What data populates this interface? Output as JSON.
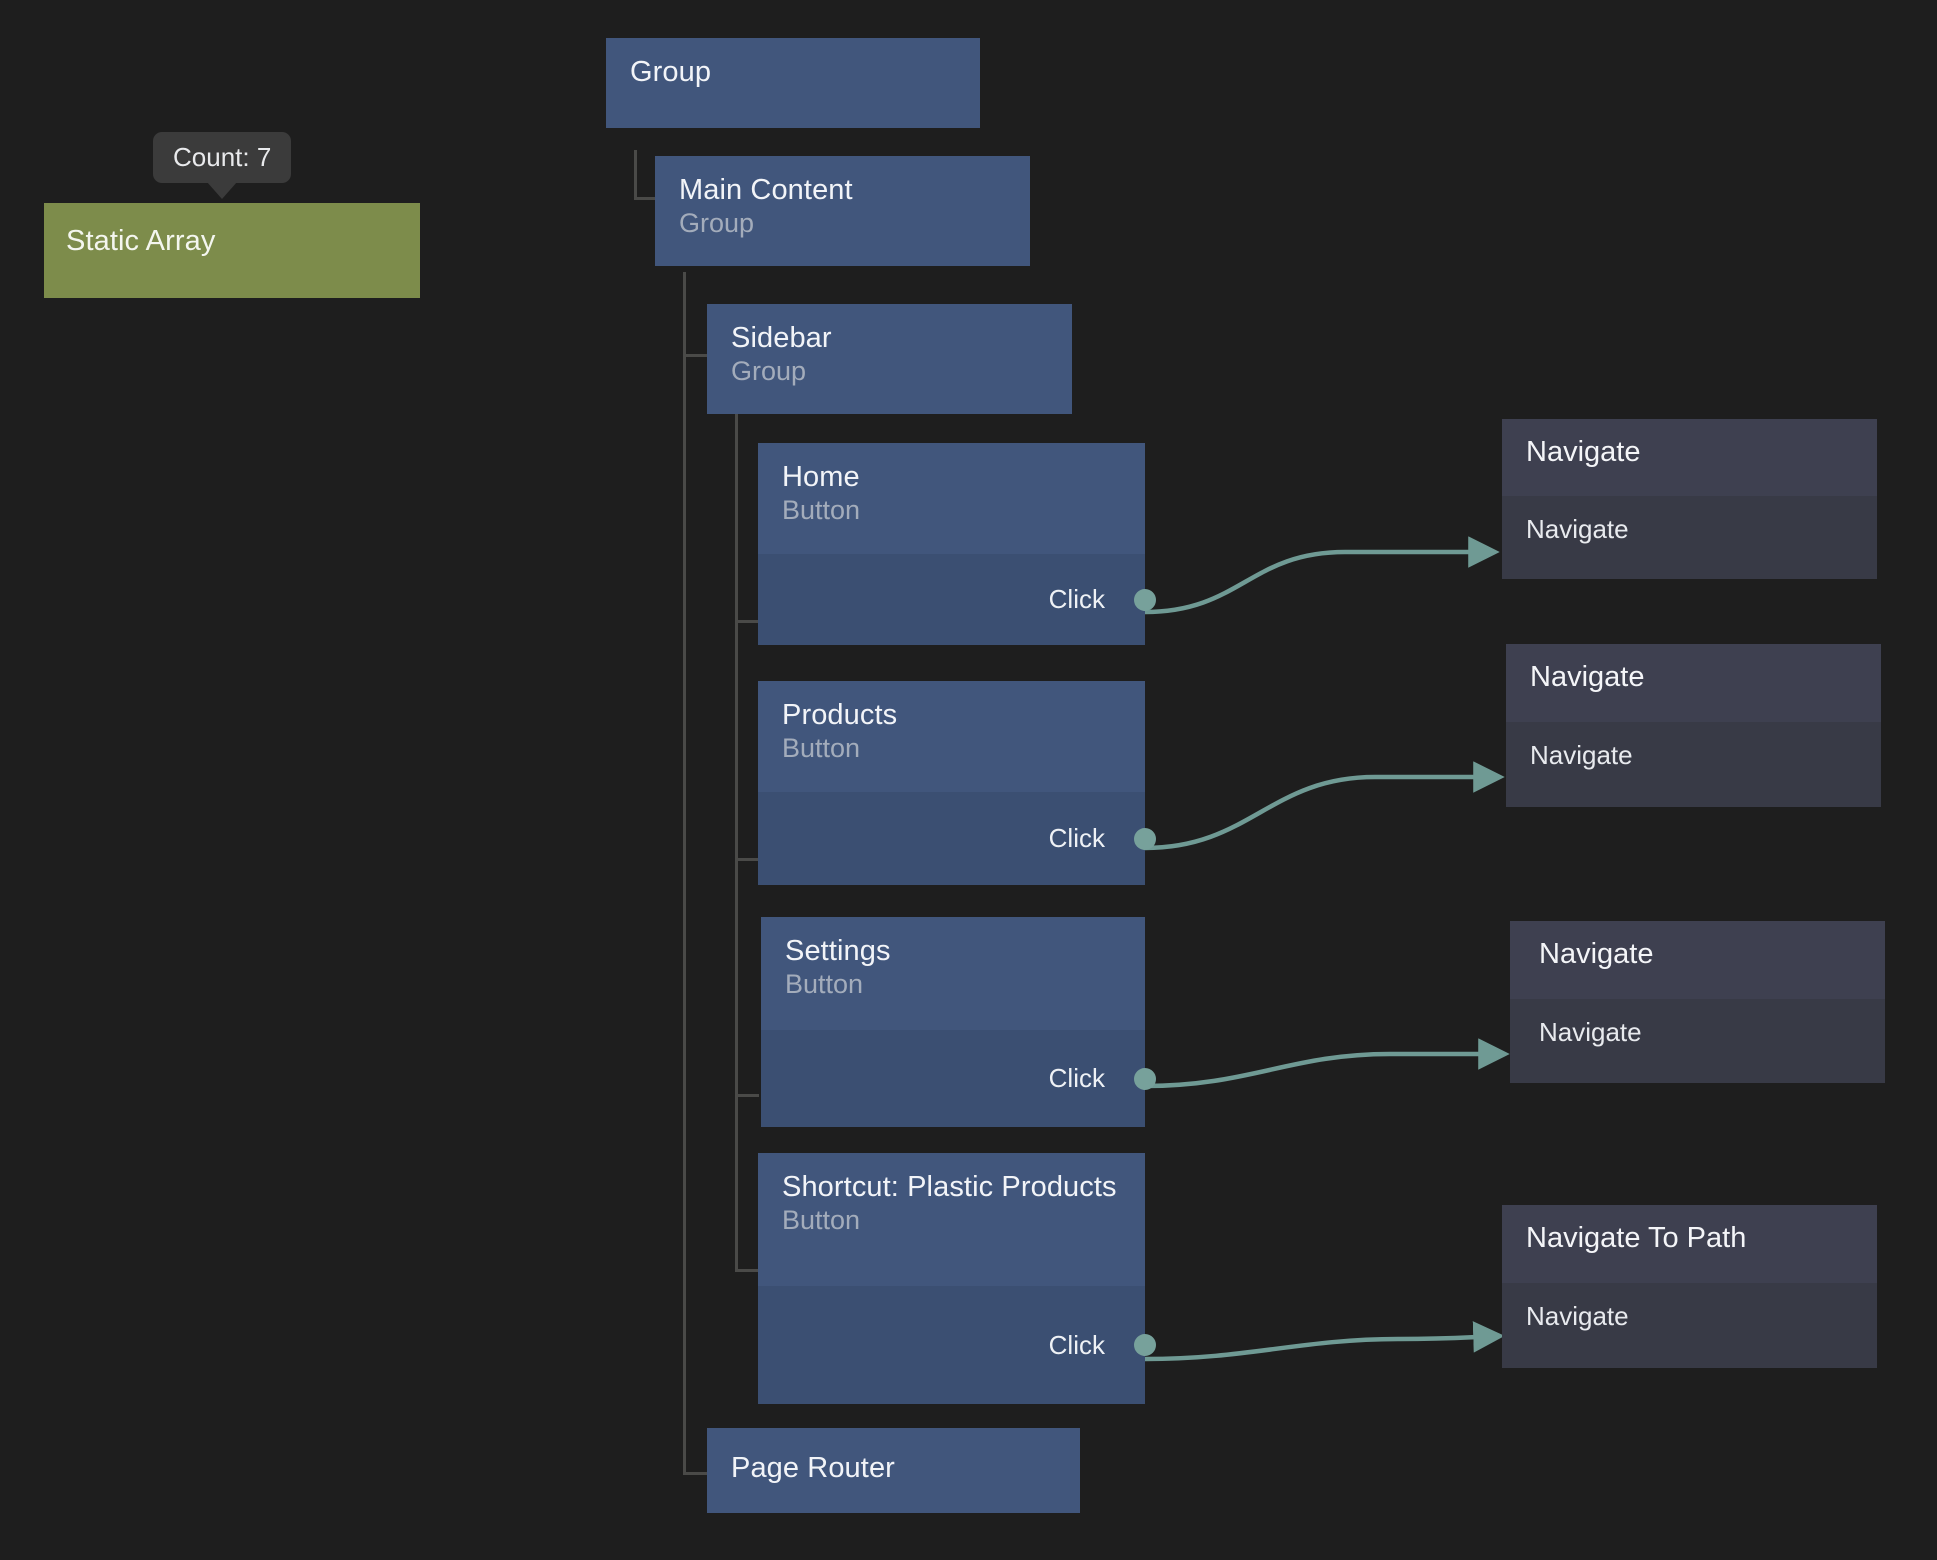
{
  "canvas": {
    "background": "#1e1e1e",
    "edge_color": "#77a19b",
    "connector_color": "#4a4a48"
  },
  "tooltip": {
    "name": "count-tooltip",
    "text": "Count: 7"
  },
  "data_node": {
    "name": "static-array-node",
    "title": "Static Array",
    "color": "#7d8c4b"
  },
  "tree_nodes": [
    {
      "name": "group-node",
      "title": "Group",
      "subtitle": "",
      "port": ""
    },
    {
      "name": "main-content-node",
      "title": "Main Content",
      "subtitle": "Group",
      "port": ""
    },
    {
      "name": "sidebar-node",
      "title": "Sidebar",
      "subtitle": "Group",
      "port": ""
    },
    {
      "name": "home-button-node",
      "title": "Home",
      "subtitle": "Button",
      "port": "Click"
    },
    {
      "name": "products-button-node",
      "title": "Products",
      "subtitle": "Button",
      "port": "Click"
    },
    {
      "name": "settings-button-node",
      "title": "Settings",
      "subtitle": "Button",
      "port": "Click"
    },
    {
      "name": "shortcut-plastic-products-button-node",
      "title": "Shortcut: Plastic Products",
      "subtitle": "Button",
      "port": "Click"
    },
    {
      "name": "page-router-node",
      "title": "Page Router",
      "subtitle": "",
      "port": ""
    }
  ],
  "action_nodes": [
    {
      "name": "navigate-action-1",
      "title": "Navigate",
      "port": "Navigate"
    },
    {
      "name": "navigate-action-2",
      "title": "Navigate",
      "port": "Navigate"
    },
    {
      "name": "navigate-action-3",
      "title": "Navigate",
      "port": "Navigate"
    },
    {
      "name": "navigate-to-path-action",
      "title": "Navigate To Path",
      "port": "Navigate"
    }
  ]
}
